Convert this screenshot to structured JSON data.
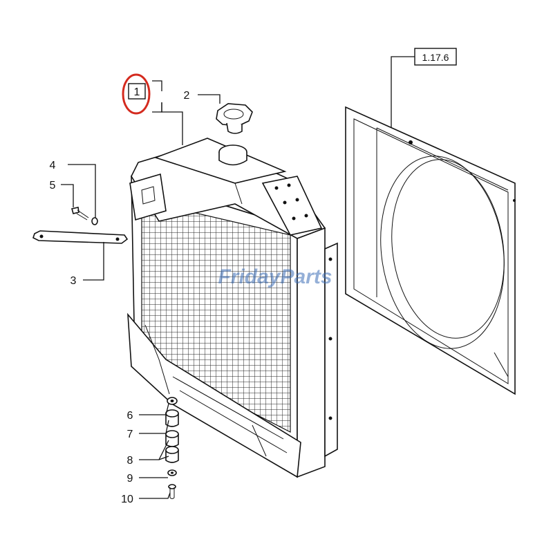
{
  "diagram": {
    "callout_main": "1",
    "ref_label": "1.17.6",
    "watermark": "FridayParts",
    "parts": [
      "2",
      "3",
      "4",
      "5",
      "6",
      "7",
      "8",
      "9",
      "10"
    ],
    "highlight_color": "#d42a1e",
    "watermark_color": "#3d6fb8"
  }
}
